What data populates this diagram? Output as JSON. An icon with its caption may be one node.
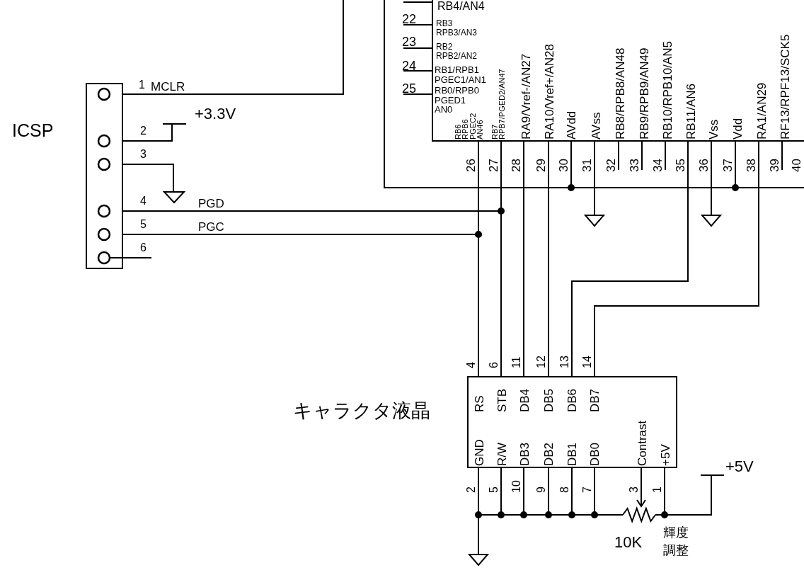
{
  "diagram": {
    "nodes": [
      {
        "text": [
          "ICSP"
        ]
      },
      {
        "text": [
          "RB4/AN4",
          "RB3 RPB3/AN3",
          "RB2 RPB2/AN2",
          "RB1/RPB1 PGEC1/AN1",
          "RB0/RPB0 PGED1 AN0",
          "RB6 RPB6 PGEC2 AN46",
          "RB7 RPB7/PGED2/AN47",
          "RA9/Vref-/AN27",
          "RA10/Vref+/AN28",
          "AVdd",
          "AVss",
          "RB8/RPB8/AN48",
          "RB9/RPB9/AN49",
          "RB10/RPB10/AN5",
          "RB11/AN6",
          "Vss",
          "Vdd",
          "RA1/AN29",
          "RF13/RPF13/SCK5"
        ]
      },
      {
        "text": [
          "キャラクタ液晶",
          "RS",
          "STB",
          "DB4",
          "DB5",
          "DB6",
          "DB7",
          "GND",
          "R/W",
          "DB3",
          "DB2",
          "DB1",
          "DB0",
          "Contrast",
          "+5V"
        ]
      },
      {
        "text": [
          "+3.3V"
        ]
      },
      {
        "text": [],
        "shape": "ground"
      },
      {
        "text": [],
        "shape": "ground"
      },
      {
        "text": [],
        "shape": "ground"
      },
      {
        "text": [],
        "shape": "ground"
      },
      {
        "text": [
          "+5V"
        ]
      },
      {
        "text": [],
        "shape": "resistor",
        "beside": [
          "10K",
          "輝度調整"
        ]
      }
    ],
    "edges": [
      {
        "from": 0,
        "to": null,
        "arrow": "none",
        "label": "MCLR"
      },
      {
        "from": 0,
        "to": 3,
        "arrow": "none"
      },
      {
        "from": 0,
        "to": 4,
        "arrow": "none"
      },
      {
        "from": 0,
        "to": 1,
        "arrow": "none",
        "label": "PGD"
      },
      {
        "from": 0,
        "to": 1,
        "arrow": "none",
        "label": "PGC"
      },
      {
        "from": 1,
        "to": 2,
        "arrow": "none"
      },
      {
        "from": 1,
        "to": 2,
        "arrow": "none"
      },
      {
        "from": 1,
        "to": 2,
        "arrow": "none"
      },
      {
        "from": 1,
        "to": 2,
        "arrow": "none"
      },
      {
        "from": 1,
        "to": 2,
        "arrow": "none"
      },
      {
        "from": 1,
        "to": 2,
        "arrow": "none"
      },
      {
        "from": 1,
        "to": 5,
        "arrow": "none"
      },
      {
        "from": 1,
        "to": 6,
        "arrow": "none"
      },
      {
        "from": 1,
        "to": null,
        "arrow": "none"
      },
      {
        "from": 1,
        "to": null,
        "arrow": "none"
      },
      {
        "from": 2,
        "to": 7,
        "arrow": "none"
      },
      {
        "from": 2,
        "to": 7,
        "arrow": "none"
      },
      {
        "from": 2,
        "to": 7,
        "arrow": "none"
      },
      {
        "from": 2,
        "to": 7,
        "arrow": "none"
      },
      {
        "from": 2,
        "to": 7,
        "arrow": "none"
      },
      {
        "from": 2,
        "to": 7,
        "arrow": "none"
      },
      {
        "from": 2,
        "to": 9,
        "arrow": "to"
      },
      {
        "from": 9,
        "to": 7,
        "arrow": "none"
      },
      {
        "from": 2,
        "to": 8,
        "arrow": "none"
      },
      {
        "from": 9,
        "to": 8,
        "arrow": "none"
      }
    ],
    "labels": [
      "22",
      "23",
      "24",
      "25",
      "26",
      "27",
      "28",
      "29",
      "30",
      "31",
      "32",
      "33",
      "34",
      "35",
      "36",
      "37",
      "38",
      "39",
      "40",
      "1",
      "2",
      "3",
      "4",
      "5",
      "6",
      "4",
      "6",
      "11",
      "12",
      "13",
      "14",
      "2",
      "5",
      "10",
      "9",
      "8",
      "7",
      "3",
      "1"
    ]
  }
}
